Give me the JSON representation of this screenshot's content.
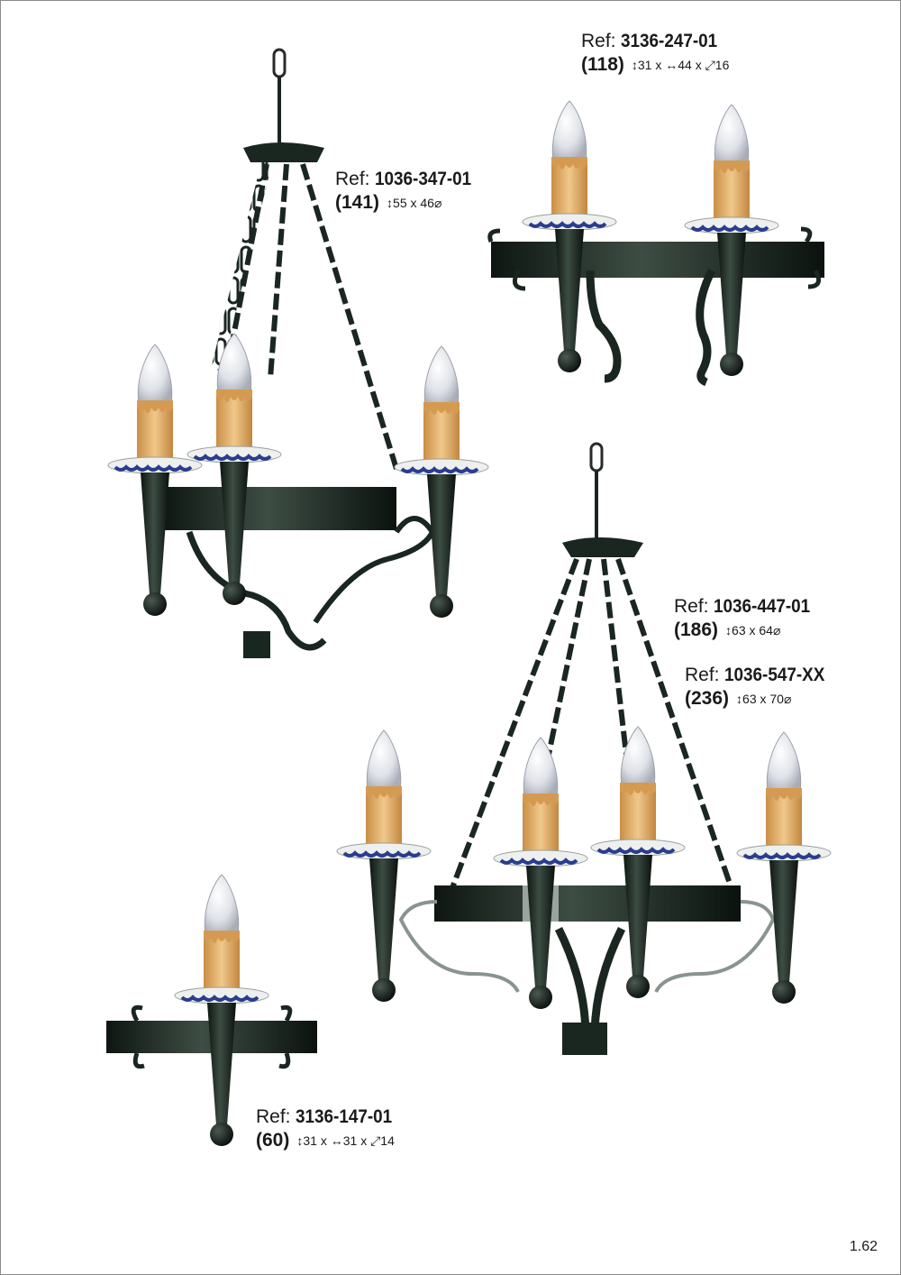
{
  "page_number": "1.62",
  "products": [
    {
      "ref_label": "Ref:",
      "ref_code": "1036-347-01",
      "price": "(141)",
      "dims": [
        "55",
        "x",
        "46"
      ],
      "dim_type": "round"
    },
    {
      "ref_label": "Ref:",
      "ref_code": "3136-247-01",
      "price": "(118)",
      "dims": [
        "31",
        "x",
        "44",
        "x",
        "16"
      ],
      "dim_type": "box"
    },
    {
      "ref_label": "Ref:",
      "ref_code": "1036-447-01",
      "price": "(186)",
      "dims": [
        "63",
        "x",
        "64"
      ],
      "dim_type": "round"
    },
    {
      "ref_label": "Ref:",
      "ref_code": "1036-547-XX",
      "price": "(236)",
      "dims": [
        "63",
        "x",
        "70"
      ],
      "dim_type": "round"
    },
    {
      "ref_label": "Ref:",
      "ref_code": "3136-147-01",
      "price": "(60)",
      "dims": [
        "31",
        "x",
        "31",
        "x",
        "14"
      ],
      "dim_type": "box"
    }
  ],
  "colors": {
    "iron": "#1c2a22",
    "candle": "#e2b06a",
    "bulb": "#dcdfe6",
    "cup_pattern": "#2a3d8f"
  }
}
